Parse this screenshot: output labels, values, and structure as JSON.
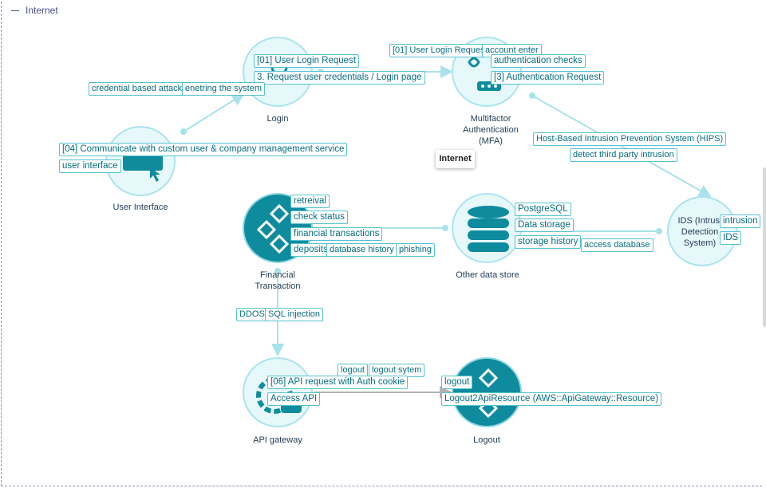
{
  "boundary": {
    "title": "Internet"
  },
  "tooltip": "Internet",
  "nodes": {
    "login": {
      "label": "Login"
    },
    "mfa": {
      "label_lines": [
        "Multifactor",
        "Authentication",
        "(MFA)"
      ]
    },
    "user_interface": {
      "label": "User Interface"
    },
    "financial": {
      "label_lines": [
        "Financial",
        "Transaction"
      ]
    },
    "datastore": {
      "label": "Other data store"
    },
    "ids": {
      "label_lines": [
        "IDS (Intrusi",
        "Detection",
        "System)"
      ]
    },
    "api": {
      "label": "API gateway"
    },
    "logout": {
      "label": "Logout"
    }
  },
  "tags": {
    "login_request_01": "[01] User Login Request",
    "request_credentials": "3. Request user credentials / Login page",
    "credential_attack": "credential based attack",
    "entering_system": "enetring the system",
    "mfa_login_request_01": "[01] User Login Request",
    "account_enter": "account enter",
    "auth_checks": "authentication checks",
    "auth_request_3": "[3] Authentication Request",
    "communicate_04": "[04] Communicate with custom user & company management service",
    "user_interface": "user interface",
    "hips": "Host-Based Intrusion Prevention System (HIPS)",
    "third_party": "detect third party intrusion",
    "retreival": "retreival",
    "check_status": "check status",
    "financial_transactions": "financial transactions",
    "deposits": "deposits",
    "database_history": "database history",
    "phishing": "phishing",
    "postgresql": "PostgreSQL",
    "data_storage": "Data storage",
    "storage_history": "storage history",
    "access_database": "access database",
    "intrusion": "intrusion",
    "ids": "IDS",
    "ddos": "DDOS",
    "sql_injection": "SQL injection",
    "logout_a": "logout",
    "logout_sytem": "logout sytem",
    "api_request_06": "[06] API request with Auth cookie",
    "access_api": "Access API",
    "logout_b": "logout",
    "logout_resource": "Logout2ApiResource (AWS::ApiGateway::Resource)"
  },
  "colors": {
    "node_fill": "#e7f8fb",
    "node_dark": "#0f8b9e",
    "icon": "#0f8b9e",
    "edge": "#a9e2ec",
    "tag_border": "#53c3d3",
    "tag_text": "#066e80"
  },
  "icons": [
    "login-icon",
    "mfa-icon",
    "user-interface-icon",
    "financial-icon",
    "database-icon",
    "api-gateway-icon",
    "logout-icon"
  ]
}
